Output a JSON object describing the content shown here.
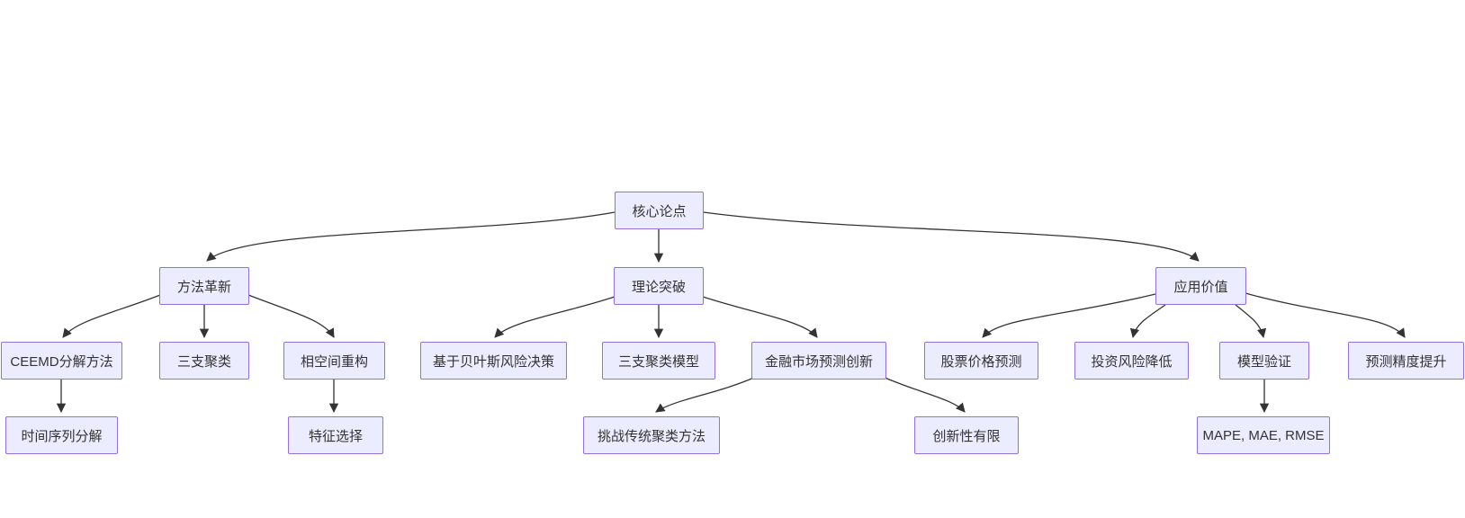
{
  "diagram": {
    "type": "flowchart",
    "orientation": "top-down",
    "root_label": "核心论点"
  },
  "nodes": {
    "core": "核心论点",
    "method": "方法革新",
    "theory": "理论突破",
    "application": "应用价值",
    "ceemd": "CEEMD分解方法",
    "three_way": "三支聚类",
    "phase_space": "相空间重构",
    "bayes": "基于贝叶斯风险决策",
    "three_way_model": "三支聚类模型",
    "finance_innovation": "金融市场预测创新",
    "stock_prediction": "股票价格预测",
    "risk_reduction": "投资风险降低",
    "model_validation": "模型验证",
    "accuracy": "预测精度提升",
    "time_series": "时间序列分解",
    "feature_selection": "特征选择",
    "challenge": "挑战传统聚类方法",
    "limited_novelty": "创新性有限",
    "metrics": "MAPE, MAE, RMSE"
  },
  "edges": [
    {
      "from": "核心论点",
      "to": "方法革新"
    },
    {
      "from": "核心论点",
      "to": "理论突破"
    },
    {
      "from": "核心论点",
      "to": "应用价值"
    },
    {
      "from": "方法革新",
      "to": "CEEMD分解方法"
    },
    {
      "from": "方法革新",
      "to": "三支聚类"
    },
    {
      "from": "方法革新",
      "to": "相空间重构"
    },
    {
      "from": "CEEMD分解方法",
      "to": "时间序列分解"
    },
    {
      "from": "相空间重构",
      "to": "特征选择"
    },
    {
      "from": "理论突破",
      "to": "基于贝叶斯风险决策"
    },
    {
      "from": "理论突破",
      "to": "三支聚类模型"
    },
    {
      "from": "理论突破",
      "to": "金融市场预测创新"
    },
    {
      "from": "金融市场预测创新",
      "to": "挑战传统聚类方法"
    },
    {
      "from": "金融市场预测创新",
      "to": "创新性有限"
    },
    {
      "from": "应用价值",
      "to": "股票价格预测"
    },
    {
      "from": "应用价值",
      "to": "投资风险降低"
    },
    {
      "from": "应用价值",
      "to": "模型验证"
    },
    {
      "from": "应用价值",
      "to": "预测精度提升"
    },
    {
      "from": "模型验证",
      "to": "MAPE, MAE, RMSE"
    }
  ],
  "colors": {
    "node_fill": "#ECECFF",
    "node_border": "#9370DB",
    "edge": "#333333",
    "text": "#333333",
    "background": "#ffffff"
  }
}
